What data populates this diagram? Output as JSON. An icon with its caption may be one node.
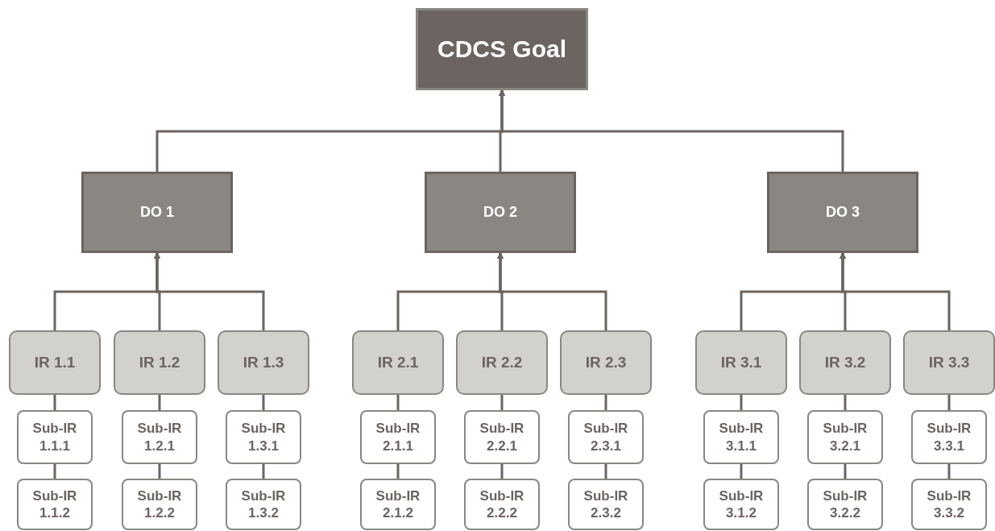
{
  "diagram": {
    "nodes": [
      {
        "text": [
          "CDCS Goal"
        ]
      },
      {
        "text": [
          "DO 1"
        ]
      },
      {
        "text": [
          "DO 2"
        ]
      },
      {
        "text": [
          "DO 3"
        ]
      },
      {
        "text": [
          "IR 1.1"
        ]
      },
      {
        "text": [
          "IR 1.2"
        ]
      },
      {
        "text": [
          "IR 1.3"
        ]
      },
      {
        "text": [
          "IR 2.1"
        ]
      },
      {
        "text": [
          "IR 2.2"
        ]
      },
      {
        "text": [
          "IR 2.3"
        ]
      },
      {
        "text": [
          "IR 3.1"
        ]
      },
      {
        "text": [
          "IR 3.2"
        ]
      },
      {
        "text": [
          "IR 3.3"
        ]
      },
      {
        "text": [
          "Sub-IR 1.1.1"
        ]
      },
      {
        "text": [
          "Sub-IR 1.2.1"
        ]
      },
      {
        "text": [
          "Sub-IR 1.3.1"
        ]
      },
      {
        "text": [
          "Sub-IR 2.1.1"
        ]
      },
      {
        "text": [
          "Sub-IR 2.2.1"
        ]
      },
      {
        "text": [
          "Sub-IR 2.3.1"
        ]
      },
      {
        "text": [
          "Sub-IR 3.1.1"
        ]
      },
      {
        "text": [
          "Sub-IR 3.2.1"
        ]
      },
      {
        "text": [
          "Sub-IR 3.3.1"
        ]
      },
      {
        "text": [
          "Sub-IR 1.1.2"
        ]
      },
      {
        "text": [
          "Sub-IR 1.2.2"
        ]
      },
      {
        "text": [
          "Sub-IR 1.3.2"
        ]
      },
      {
        "text": [
          "Sub-IR 2.1.2"
        ]
      },
      {
        "text": [
          "Sub-IR 2.2.2"
        ]
      },
      {
        "text": [
          "Sub-IR 2.3.2"
        ]
      },
      {
        "text": [
          "Sub-IR 3.1.2"
        ]
      },
      {
        "text": [
          "Sub-IR 3.2.2"
        ]
      },
      {
        "text": [
          "Sub-IR 3.3.2"
        ]
      }
    ],
    "edges": [
      {
        "from": 1,
        "to": 0,
        "arrow": "to"
      },
      {
        "from": 2,
        "to": 0,
        "arrow": "to"
      },
      {
        "from": 3,
        "to": 0,
        "arrow": "to"
      },
      {
        "from": 4,
        "to": 1,
        "arrow": "to"
      },
      {
        "from": 5,
        "to": 1,
        "arrow": "to"
      },
      {
        "from": 6,
        "to": 1,
        "arrow": "to"
      },
      {
        "from": 7,
        "to": 2,
        "arrow": "to"
      },
      {
        "from": 8,
        "to": 2,
        "arrow": "to"
      },
      {
        "from": 9,
        "to": 2,
        "arrow": "to"
      },
      {
        "from": 10,
        "to": 3,
        "arrow": "to"
      },
      {
        "from": 11,
        "to": 3,
        "arrow": "to"
      },
      {
        "from": 12,
        "to": 3,
        "arrow": "to"
      },
      {
        "from": 13,
        "to": 4,
        "arrow": "none"
      },
      {
        "from": 14,
        "to": 5,
        "arrow": "none"
      },
      {
        "from": 15,
        "to": 6,
        "arrow": "none"
      },
      {
        "from": 16,
        "to": 7,
        "arrow": "none"
      },
      {
        "from": 17,
        "to": 8,
        "arrow": "none"
      },
      {
        "from": 18,
        "to": 9,
        "arrow": "none"
      },
      {
        "from": 19,
        "to": 10,
        "arrow": "none"
      },
      {
        "from": 20,
        "to": 11,
        "arrow": "none"
      },
      {
        "from": 21,
        "to": 12,
        "arrow": "none"
      },
      {
        "from": 22,
        "to": 13,
        "arrow": "none"
      },
      {
        "from": 23,
        "to": 14,
        "arrow": "none"
      },
      {
        "from": 24,
        "to": 15,
        "arrow": "none"
      },
      {
        "from": 25,
        "to": 16,
        "arrow": "none"
      },
      {
        "from": 26,
        "to": 17,
        "arrow": "none"
      },
      {
        "from": 27,
        "to": 18,
        "arrow": "none"
      },
      {
        "from": 28,
        "to": 19,
        "arrow": "none"
      },
      {
        "from": 29,
        "to": 20,
        "arrow": "none"
      },
      {
        "from": 30,
        "to": 21,
        "arrow": "none"
      }
    ]
  }
}
